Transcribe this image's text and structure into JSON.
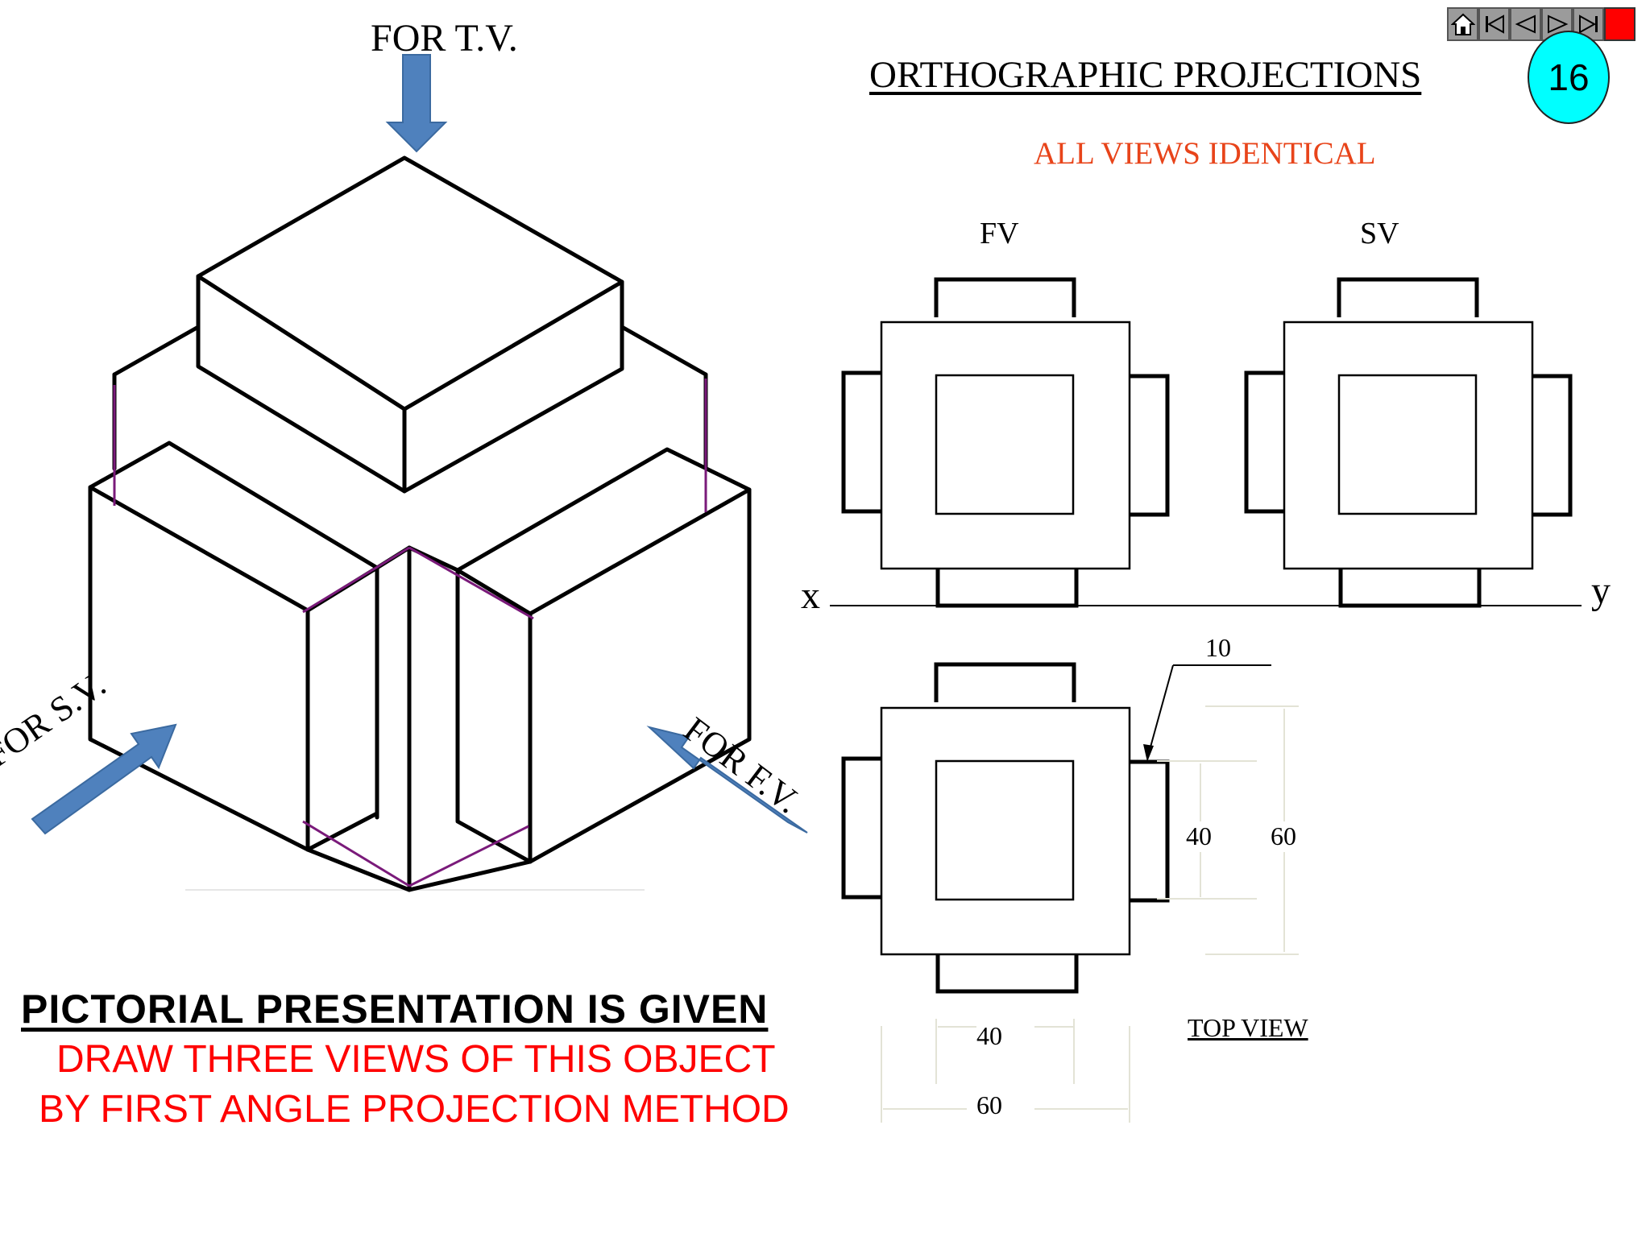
{
  "title": "ORTHOGRAPHIC PROJECTIONS",
  "slide_number": "16",
  "subtitle": "ALL VIEWS IDENTICAL",
  "labels": {
    "for_tv": "FOR T.V.",
    "for_sv": "FOR S.V.",
    "for_fv": "FOR F.V.",
    "fv": "FV",
    "sv": "SV",
    "x": "x",
    "y": "y",
    "top_view": "TOP VIEW"
  },
  "dimensions": {
    "d10": "10",
    "d40_v": "40",
    "d60_v": "60",
    "d40_h": "40",
    "d60_h": "60"
  },
  "instructions": {
    "line1": "PICTORIAL PRESENTATION IS GIVEN",
    "line2": "DRAW THREE VIEWS OF THIS OBJECT",
    "line3": "BY FIRST ANGLE PROJECTION METHOD"
  },
  "nav": [
    "home-icon",
    "first-slide-icon",
    "previous-slide-icon",
    "next-slide-icon",
    "last-slide-icon",
    "stop-button"
  ],
  "colors": {
    "title_red": "#e8441a",
    "instruction_red": "#ff0000",
    "arrow_blue": "#4f81bd",
    "badge": "#00ffff",
    "hidden_purple": "#7a1a7a"
  }
}
